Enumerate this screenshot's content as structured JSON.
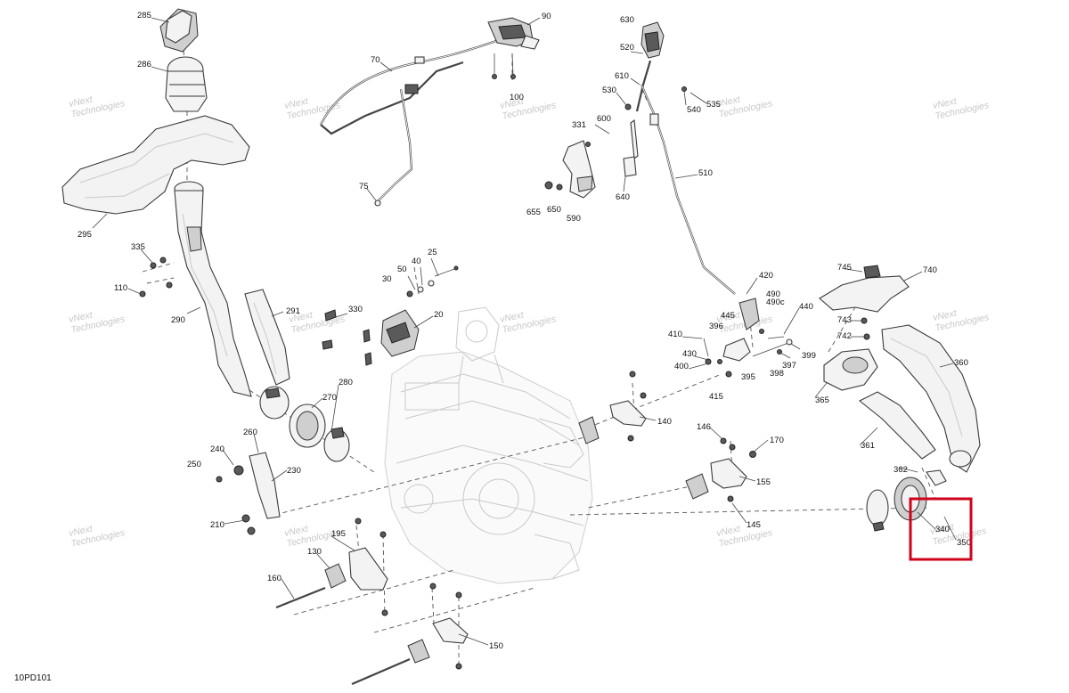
{
  "diagram_code": "10PD101",
  "watermark": {
    "line1": "vNext",
    "line2": "Technologies"
  },
  "highlight_color": "#d0021b",
  "callouts": {
    "c285": "285",
    "c286": "286",
    "c295": "295",
    "c335": "335",
    "c110": "110",
    "c290": "290",
    "c291": "291",
    "c70": "70",
    "c75": "75",
    "c90": "90",
    "c100": "100",
    "c630": "630",
    "c520": "520",
    "c610": "610",
    "c530": "530",
    "c331": "331",
    "c600": "600",
    "c655": "655",
    "c650": "650",
    "c590": "590",
    "c640": "640",
    "c540": "540",
    "c535": "535",
    "c510": "510",
    "c25": "25",
    "c40": "40",
    "c50": "50",
    "c30": "30",
    "c330": "330",
    "c20": "20",
    "c420": "420",
    "c490": "490",
    "c490c": "490c",
    "c440": "440",
    "c445": "445",
    "c396": "396",
    "c410": "410",
    "c430": "430",
    "c400": "400",
    "c415": "415",
    "c395": "395",
    "c398": "398",
    "c397": "397",
    "c399": "399",
    "c745": "745",
    "c740": "740",
    "c743": "743",
    "c742": "742",
    "c360": "360",
    "c365": "365",
    "c361": "361",
    "c362": "362",
    "c340": "340",
    "c350": "350",
    "c280": "280",
    "c270": "270",
    "c260": "260",
    "c240": "240",
    "c250": "250",
    "c230": "230",
    "c210": "210",
    "c140": "140",
    "c146": "146",
    "c170": "170",
    "c155": "155",
    "c145": "145",
    "c195": "195",
    "c130": "130",
    "c160": "160",
    "c150": "150"
  }
}
